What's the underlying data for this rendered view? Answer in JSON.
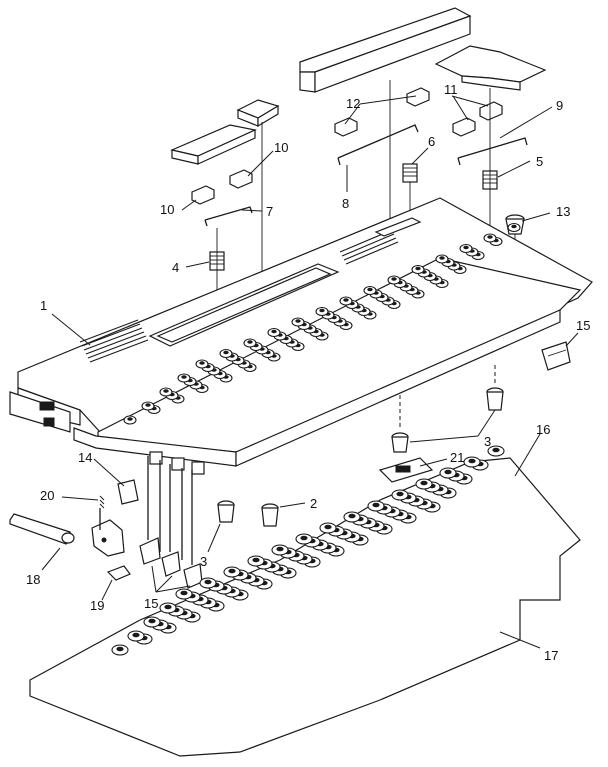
{
  "callouts": [
    {
      "id": "c1",
      "text": "1"
    },
    {
      "id": "c2",
      "text": "2"
    },
    {
      "id": "c3a",
      "text": "3"
    },
    {
      "id": "c3b",
      "text": "3"
    },
    {
      "id": "c4",
      "text": "4"
    },
    {
      "id": "c5",
      "text": "5"
    },
    {
      "id": "c6",
      "text": "6"
    },
    {
      "id": "c7",
      "text": "7"
    },
    {
      "id": "c8",
      "text": "8"
    },
    {
      "id": "c9",
      "text": "9"
    },
    {
      "id": "c10a",
      "text": "10"
    },
    {
      "id": "c10b",
      "text": "10"
    },
    {
      "id": "c11",
      "text": "11"
    },
    {
      "id": "c12",
      "text": "12"
    },
    {
      "id": "c13",
      "text": "13"
    },
    {
      "id": "c14",
      "text": "14"
    },
    {
      "id": "c15a",
      "text": "15"
    },
    {
      "id": "c15b",
      "text": "15"
    },
    {
      "id": "c16",
      "text": "16"
    },
    {
      "id": "c17",
      "text": "17"
    },
    {
      "id": "c18",
      "text": "18"
    },
    {
      "id": "c19",
      "text": "19"
    },
    {
      "id": "c20",
      "text": "20"
    },
    {
      "id": "c21",
      "text": "21"
    }
  ]
}
